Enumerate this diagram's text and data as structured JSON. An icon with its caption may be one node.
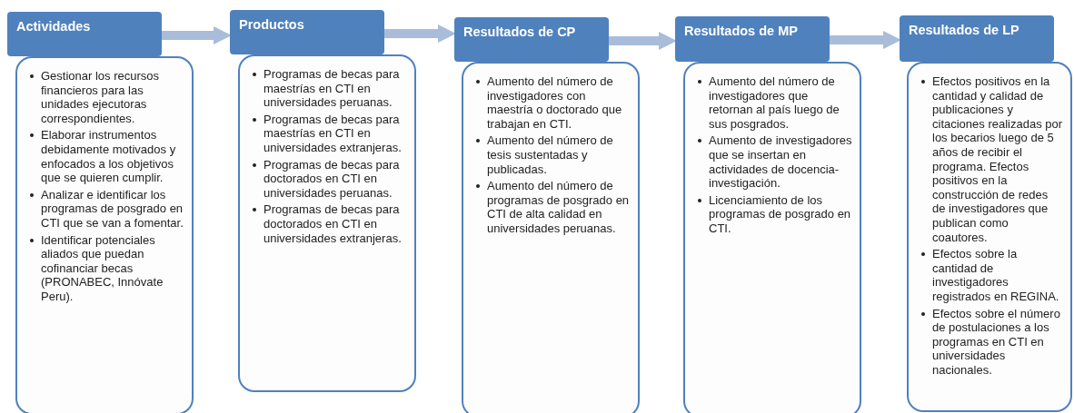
{
  "diagram": {
    "nodes": [
      {
        "text": [
          "Actividades"
        ]
      },
      {
        "text": [
          "Gestionar los recursos financieros para las unidades ejecutoras correspondientes.",
          "Elaborar instrumentos debidamente motivados y enfocados a los objetivos que se quieren cumplir.",
          "Analizar  e identificar los programas  de posgrado  en CTI que se van a fomentar.",
          "Identificar potenciales aliados  que puedan cofinanciar becas (PRONABEC, Innóvate Peru)."
        ]
      },
      {
        "text": [
          "Productos"
        ]
      },
      {
        "text": [
          "Programas  de becas para maestrías en CTI en universidades peruanas.",
          "Programas  de becas para maestrías en CTI en universidades extranjeras.",
          "Programas  de becas para doctorados en CTI en universidades peruanas.",
          "Programas  de becas para doctorados en CTI en universidades extranjeras."
        ]
      },
      {
        "text": [
          "Resultados de CP"
        ]
      },
      {
        "text": [
          "Aumento del número de investigadores con maestría o doctorado que trabajan en CTI.",
          "Aumento del número de tesis sustentadas y publicadas.",
          "Aumento del número de programas de posgrado en CTI de alta calidad en universidades peruanas."
        ]
      },
      {
        "text": [
          "Resultados de MP"
        ]
      },
      {
        "text": [
          "Aumento del número de investigadores que retornan al país luego de sus posgrados.",
          "Aumento de investigadores que se insertan en actividades de docencia-investigación.",
          "Licenciamiento de los programas de posgrado en CTI."
        ]
      },
      {
        "text": [
          "Resultados de LP"
        ]
      },
      {
        "text": [
          "Efectos positivos en la cantidad y calidad de publicaciones y citaciones realizadas por los becarios luego de 5 años de recibir el programa. Efectos positivos en la construcción de redes de investigadores que publican como coautores.",
          "Efectos sobre la cantidad de investigadores registrados en REGINA.",
          "Efectos sobre el número de postulaciones a los programas en CTI en universidades nacionales."
        ]
      }
    ],
    "edges": [
      {
        "from": 0,
        "to": 2,
        "arrow": "to"
      },
      {
        "from": 2,
        "to": 4,
        "arrow": "to"
      },
      {
        "from": 4,
        "to": 6,
        "arrow": "to"
      },
      {
        "from": 6,
        "to": 8,
        "arrow": "to"
      }
    ]
  }
}
